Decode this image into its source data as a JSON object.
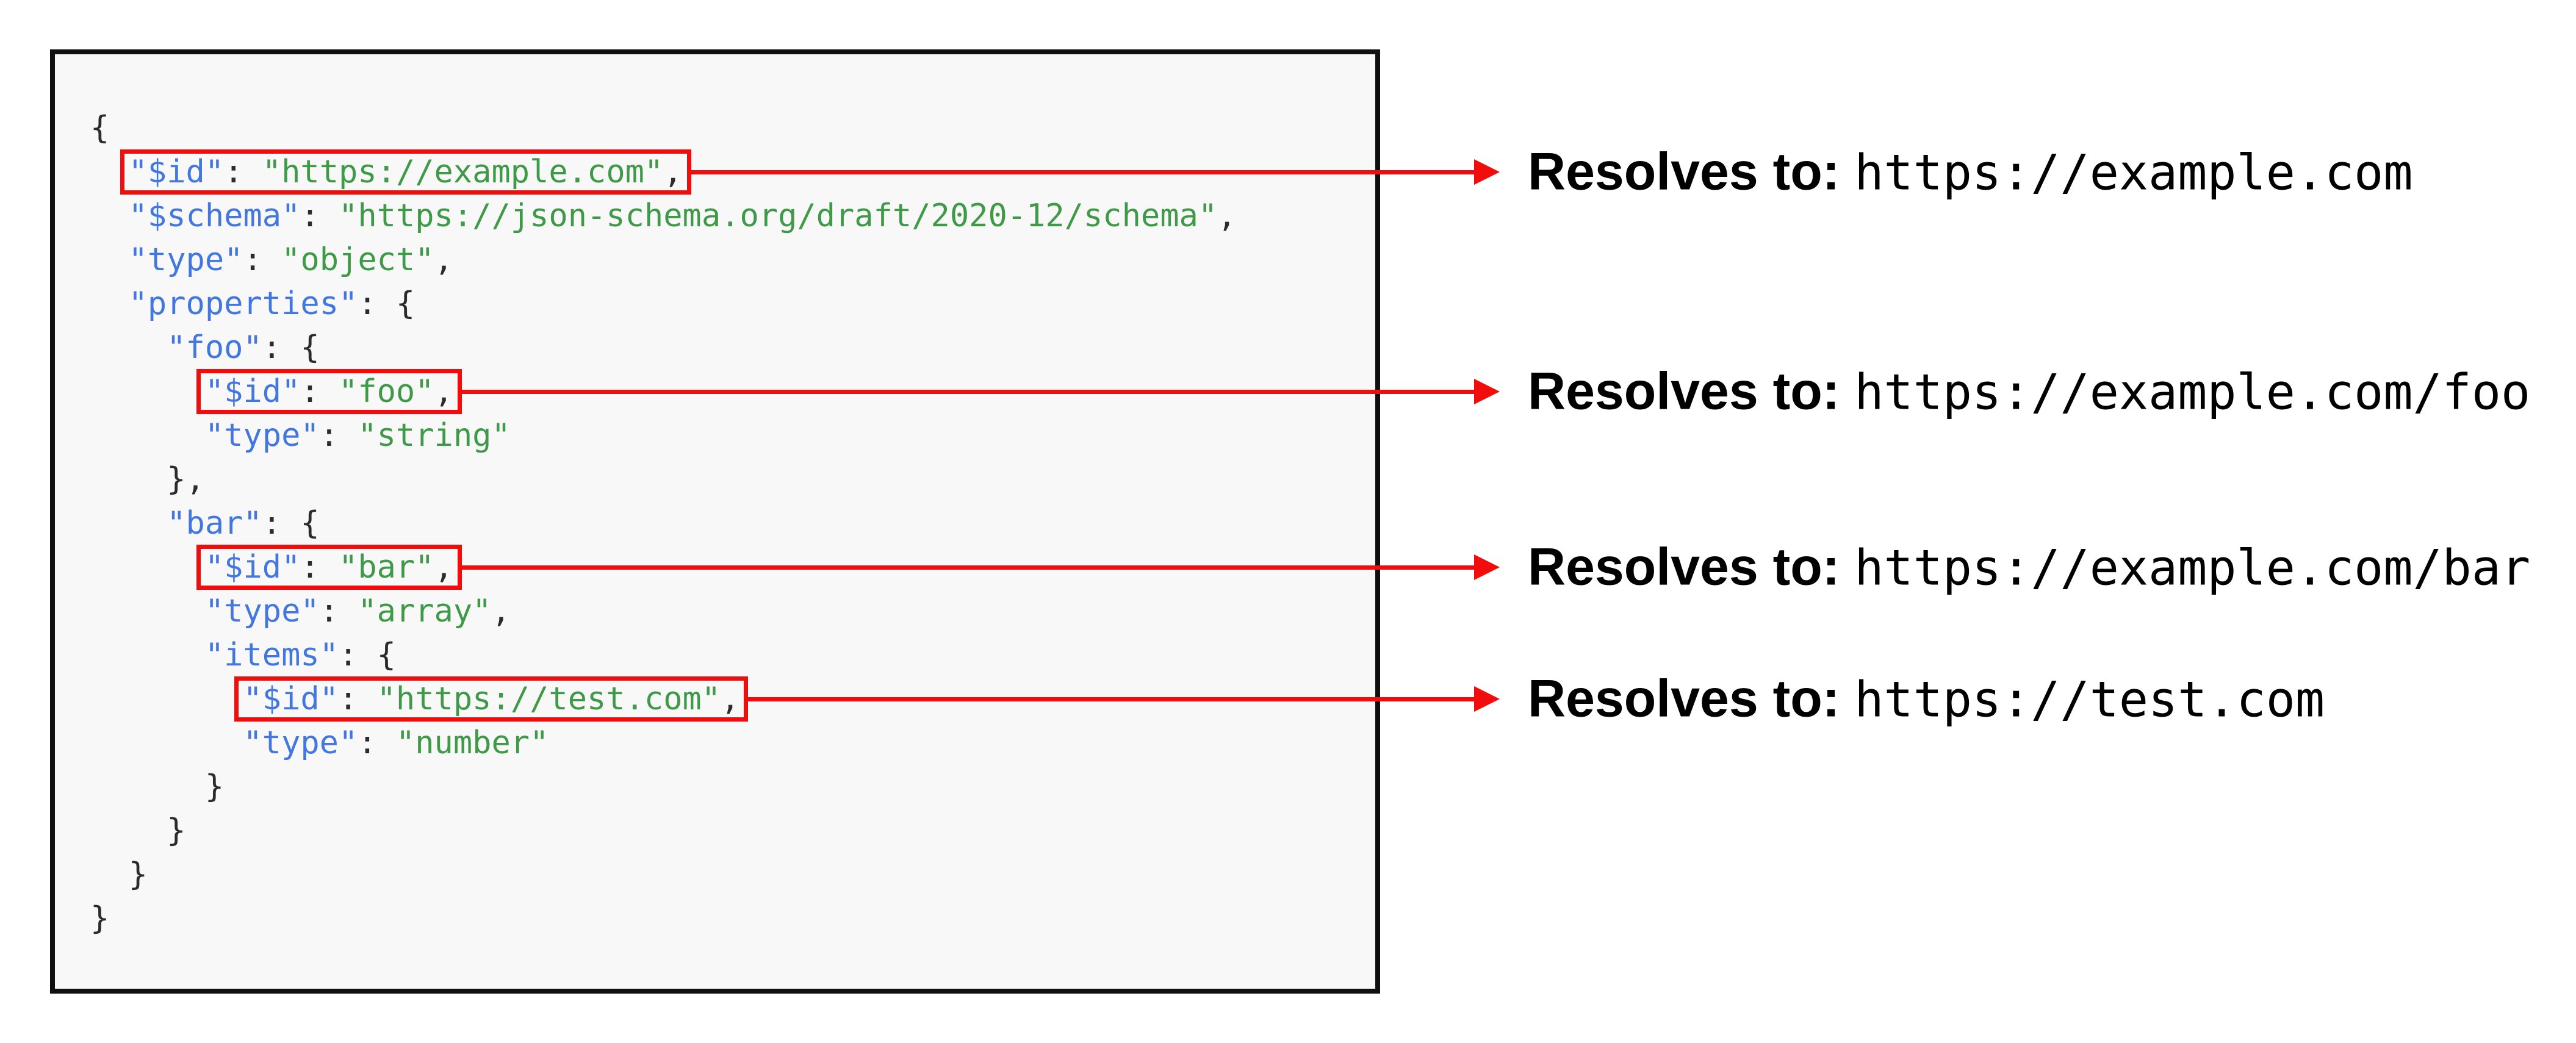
{
  "code_panel": {
    "background": "#f8f8f8",
    "border_color": "#101010",
    "syntax_colors": {
      "key": "#4377e0",
      "string": "#3f9a47",
      "punctuation": "#2b2b2b"
    },
    "highlight_box_color": "#f20d0d",
    "lines": [
      {
        "ws": "",
        "highlight": false,
        "tokens": [
          [
            "pun",
            "{"
          ]
        ]
      },
      {
        "ws": "  ",
        "highlight": true,
        "annotation": 0,
        "tokens": [
          [
            "key",
            "\"$id\""
          ],
          [
            "pun",
            ": "
          ],
          [
            "str",
            "\"https://example.com\""
          ],
          [
            "pun",
            ","
          ]
        ]
      },
      {
        "ws": "  ",
        "highlight": false,
        "tokens": [
          [
            "key",
            "\"$schema\""
          ],
          [
            "pun",
            ": "
          ],
          [
            "str",
            "\"https://json-schema.org/draft/2020-12/schema\""
          ],
          [
            "pun",
            ","
          ]
        ]
      },
      {
        "ws": "  ",
        "highlight": false,
        "tokens": [
          [
            "key",
            "\"type\""
          ],
          [
            "pun",
            ": "
          ],
          [
            "str",
            "\"object\""
          ],
          [
            "pun",
            ","
          ]
        ]
      },
      {
        "ws": "  ",
        "highlight": false,
        "tokens": [
          [
            "key",
            "\"properties\""
          ],
          [
            "pun",
            ": {"
          ]
        ]
      },
      {
        "ws": "    ",
        "highlight": false,
        "tokens": [
          [
            "key",
            "\"foo\""
          ],
          [
            "pun",
            ": {"
          ]
        ]
      },
      {
        "ws": "      ",
        "highlight": true,
        "annotation": 1,
        "tokens": [
          [
            "key",
            "\"$id\""
          ],
          [
            "pun",
            ": "
          ],
          [
            "str",
            "\"foo\""
          ],
          [
            "pun",
            ","
          ]
        ]
      },
      {
        "ws": "      ",
        "highlight": false,
        "tokens": [
          [
            "key",
            "\"type\""
          ],
          [
            "pun",
            ": "
          ],
          [
            "str",
            "\"string\""
          ]
        ]
      },
      {
        "ws": "    ",
        "highlight": false,
        "tokens": [
          [
            "pun",
            "},"
          ]
        ]
      },
      {
        "ws": "    ",
        "highlight": false,
        "tokens": [
          [
            "key",
            "\"bar\""
          ],
          [
            "pun",
            ": {"
          ]
        ]
      },
      {
        "ws": "      ",
        "highlight": true,
        "annotation": 2,
        "tokens": [
          [
            "key",
            "\"$id\""
          ],
          [
            "pun",
            ": "
          ],
          [
            "str",
            "\"bar\""
          ],
          [
            "pun",
            ","
          ]
        ]
      },
      {
        "ws": "      ",
        "highlight": false,
        "tokens": [
          [
            "key",
            "\"type\""
          ],
          [
            "pun",
            ": "
          ],
          [
            "str",
            "\"array\""
          ],
          [
            "pun",
            ","
          ]
        ]
      },
      {
        "ws": "      ",
        "highlight": false,
        "tokens": [
          [
            "key",
            "\"items\""
          ],
          [
            "pun",
            ": {"
          ]
        ]
      },
      {
        "ws": "        ",
        "highlight": true,
        "annotation": 3,
        "tokens": [
          [
            "key",
            "\"$id\""
          ],
          [
            "pun",
            ": "
          ],
          [
            "str",
            "\"https://test.com\""
          ],
          [
            "pun",
            ","
          ]
        ]
      },
      {
        "ws": "        ",
        "highlight": false,
        "tokens": [
          [
            "key",
            "\"type\""
          ],
          [
            "pun",
            ": "
          ],
          [
            "str",
            "\"number\""
          ]
        ]
      },
      {
        "ws": "      ",
        "highlight": false,
        "tokens": [
          [
            "pun",
            "}"
          ]
        ]
      },
      {
        "ws": "    ",
        "highlight": false,
        "tokens": [
          [
            "pun",
            "}"
          ]
        ]
      },
      {
        "ws": "  ",
        "highlight": false,
        "tokens": [
          [
            "pun",
            "}"
          ]
        ]
      },
      {
        "ws": "",
        "highlight": false,
        "tokens": [
          [
            "pun",
            "}"
          ]
        ]
      }
    ]
  },
  "annotations": {
    "arrow_color": "#f20d0d",
    "items": [
      {
        "label": "Resolves to:",
        "value": "https://example.com"
      },
      {
        "label": "Resolves to:",
        "value": "https://example.com/foo"
      },
      {
        "label": "Resolves to:",
        "value": "https://example.com/bar"
      },
      {
        "label": "Resolves to:",
        "value": "https://test.com"
      }
    ]
  }
}
